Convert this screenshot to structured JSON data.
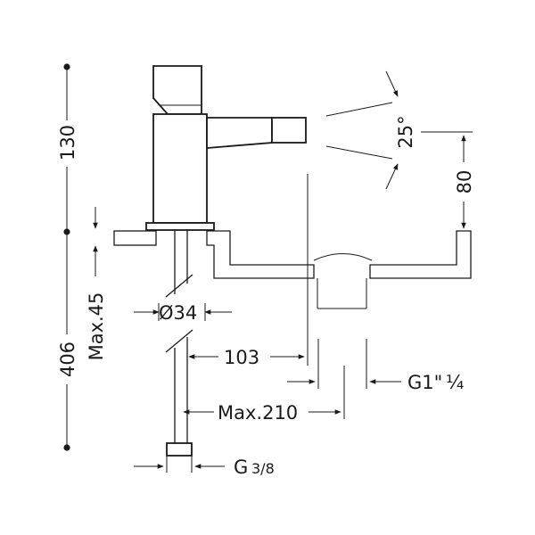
{
  "dimensions": {
    "top_height": "130",
    "total_height": "406",
    "max_deck": "Max.45",
    "diameter": "Ø34",
    "reach": "103",
    "max_reach": "Max.210",
    "spray_angle": "25°",
    "spout_height": "80",
    "waste_thread_main": "G1\"",
    "waste_thread_frac": "¼",
    "supply_thread_main": "G ",
    "supply_thread_frac": "3/8"
  }
}
